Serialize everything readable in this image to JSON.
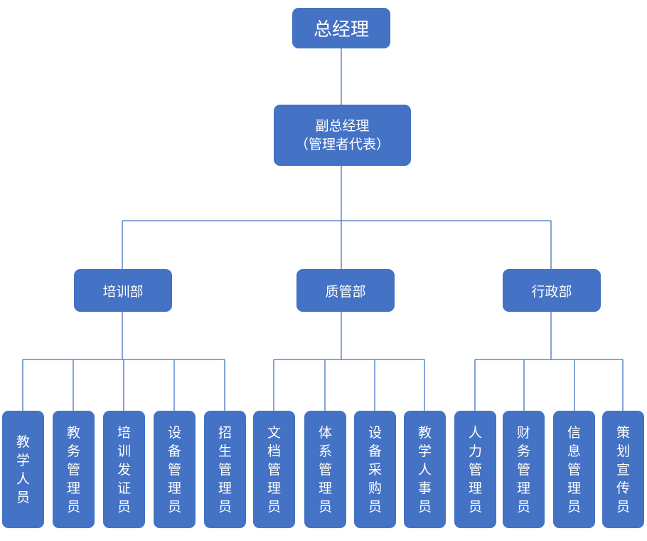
{
  "root": {
    "label": "总经理"
  },
  "deputy": {
    "line1": "副总经理",
    "line2": "（管理者代表）"
  },
  "departments": [
    {
      "label": "培训部",
      "roles": [
        "教学人员",
        "教务管理员",
        "培训发证员",
        "设备管理员",
        "招生管理员"
      ]
    },
    {
      "label": "质管部",
      "roles": [
        "文档管理员",
        "体系管理员",
        "设备采购员",
        "教学人事员"
      ]
    },
    {
      "label": "行政部",
      "roles": [
        "人力管理员",
        "财务管理员",
        "信息管理员",
        "策划宣传员"
      ]
    }
  ],
  "colors": {
    "box": "#4472C4",
    "line": "#4472C4",
    "text": "#ffffff"
  }
}
